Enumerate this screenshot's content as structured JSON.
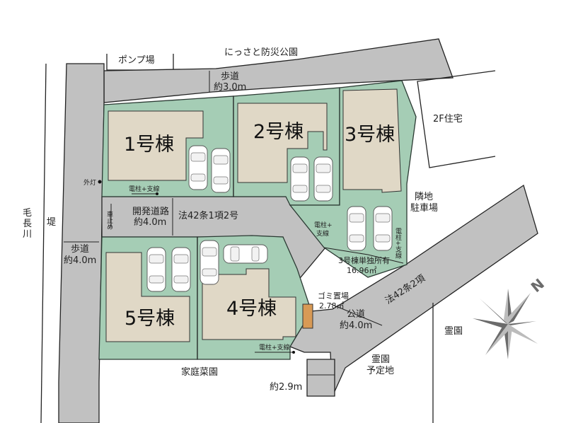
{
  "plan": {
    "lots": [
      {
        "id": 1,
        "label": "1号棟"
      },
      {
        "id": 2,
        "label": "2号棟"
      },
      {
        "id": 3,
        "label": "3号棟"
      },
      {
        "id": 4,
        "label": "4号棟"
      },
      {
        "id": 5,
        "label": "5号棟"
      }
    ],
    "roads": {
      "top_sidewalk": {
        "name": "歩道",
        "width": "約3.0m"
      },
      "left_sidewalk": {
        "name": "歩道",
        "width": "約4.0m"
      },
      "dev_road": {
        "name": "開発道路",
        "width": "約4.0m",
        "law": "法42条1項2号",
        "stop": "車止め"
      },
      "public_road": {
        "name": "公道",
        "width": "約4.0m",
        "law": "法42条2項"
      },
      "south_path": {
        "width": "約2.9m"
      }
    },
    "surroundings": {
      "pump": "ポンプ場",
      "park": "にっさと防災公園",
      "house": "2F住宅",
      "neighbor_parking_1": "隣地",
      "neighbor_parking_2": "駐車場",
      "river_1": "毛",
      "river_2": "長",
      "river_3": "川",
      "embankment": "堤",
      "garden": "家庭菜園",
      "cemetery": "霊園",
      "cemetery_plan_1": "霊園",
      "cemetery_plan_2": "予定地"
    },
    "annotations": {
      "light": "外灯",
      "pole": "電柱+支線",
      "pole_1": "電柱+",
      "pole_2": "支線",
      "pole_v": "電柱+支線",
      "lot3_own_1": "3号棟単独所有",
      "lot3_own_2": "16.96㎡",
      "garbage_1": "ゴミ置場",
      "garbage_2": "2.78㎡"
    },
    "compass": {
      "north_label": "N"
    },
    "colors": {
      "lot": "#a5cdb5",
      "building": "#e0d8c6",
      "road": "#c1c1c1",
      "garbage": "#d89a55"
    }
  }
}
